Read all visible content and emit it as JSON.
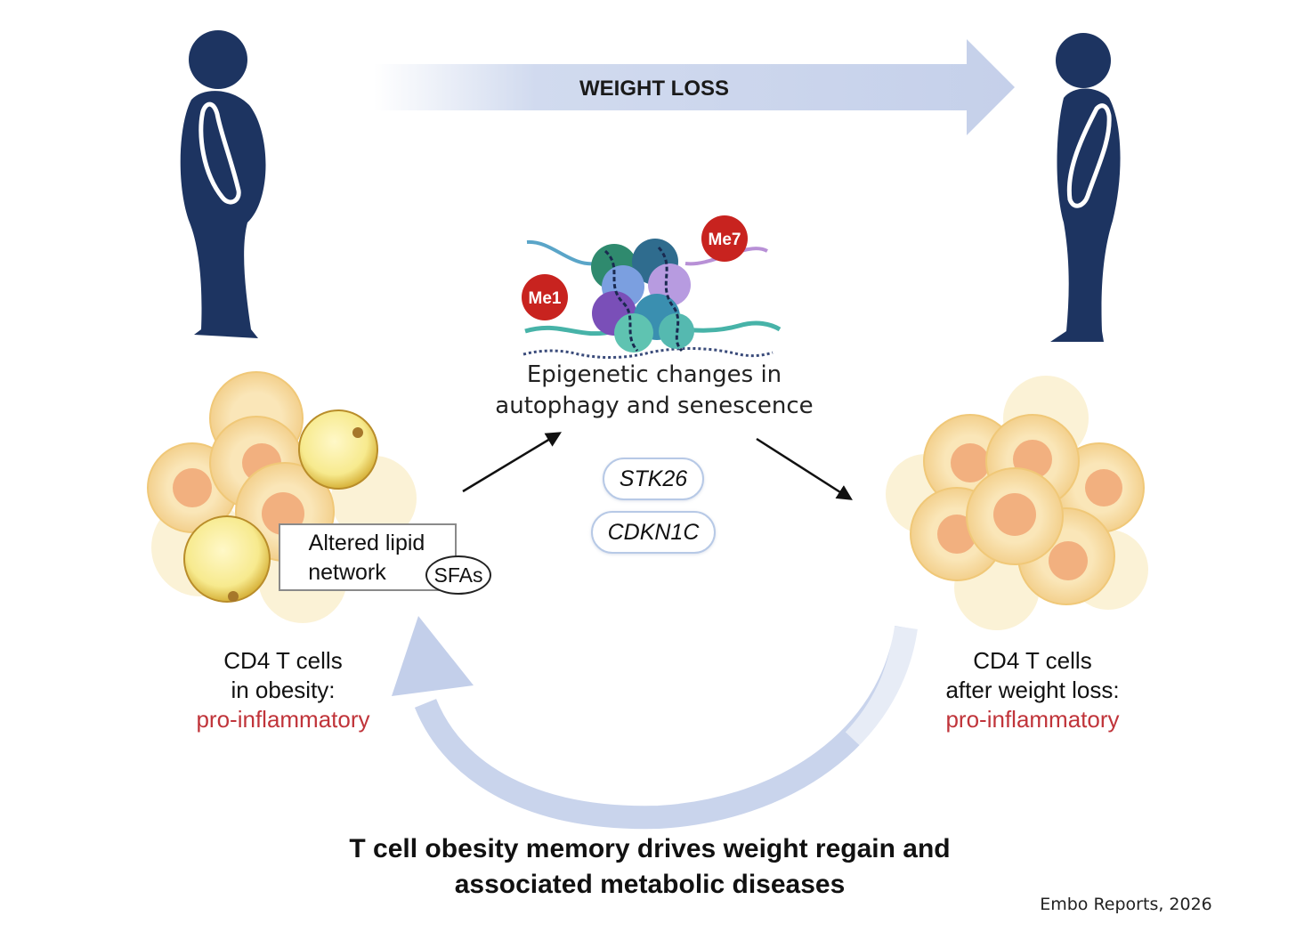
{
  "top_arrow": {
    "label": "WEIGHT LOSS"
  },
  "epigenetics": {
    "title_line1": "Epigenetic changes in",
    "title_line2": "autophagy and senescence",
    "marks": [
      "Me1",
      "Me7"
    ],
    "genes": [
      "STK26",
      "CDKN1C"
    ]
  },
  "lipid": {
    "line1": "Altered lipid",
    "line2": "network",
    "badge": "SFAs"
  },
  "left_caption": {
    "line1": "CD4 T cells",
    "line2": "in obesity:",
    "status": "pro-inflammatory"
  },
  "right_caption": {
    "line1": "CD4 T cells",
    "line2": "after weight loss:",
    "status": "pro-inflammatory"
  },
  "conclusion": {
    "line1": "T cell obesity memory drives weight regain and",
    "line2": "associated metabolic diseases"
  },
  "citation": "Embo Reports, 2026",
  "colors": {
    "silhouette": "#1d3461",
    "arrow": "#c9d4ec",
    "red_text": "#c0343a",
    "methyl_badge": "#c8231f",
    "cell_fill": "#f8dfa5",
    "cell_nucleus": "#f2b07f"
  }
}
